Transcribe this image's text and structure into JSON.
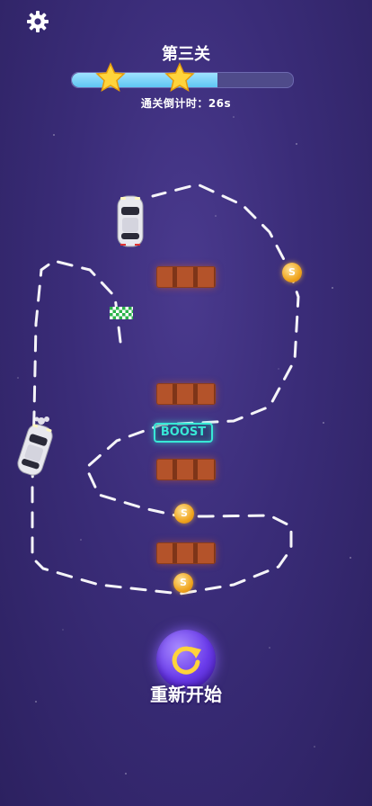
{
  "header": {
    "level_title": "第三关",
    "countdown": "通关倒计时：26s",
    "stars_earned": 2,
    "progress_fraction": 0.66
  },
  "settings": {
    "icon": "gear-icon"
  },
  "board": {
    "boost_label": "BOOST",
    "coin_symbol": "S"
  },
  "footer": {
    "restart_label": "重新开始",
    "restart_icon": "restart-arrow-icon"
  },
  "colors": {
    "background": "#3a2c78",
    "progress_fill": "#5fc6f3",
    "boost": "#38e8d6",
    "obstacle": "#b4532a",
    "coin": "#f0a51f",
    "restart_button": "#6a3bea"
  }
}
